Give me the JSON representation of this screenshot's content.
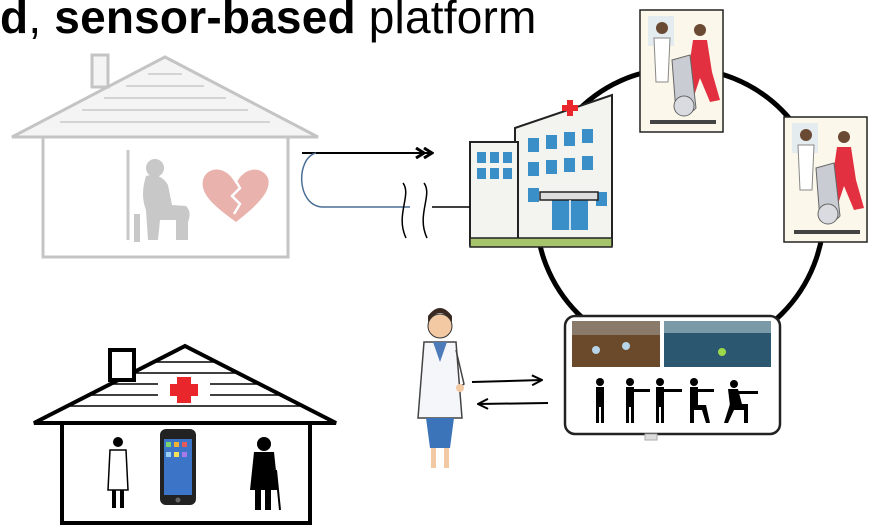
{
  "title": {
    "part_a": "d",
    "sep": ", ",
    "part_b": "sensor-based",
    "part_c": " platform"
  },
  "icons": {
    "home_patient": "house-elderly-patient-broken-heart-icon",
    "hospital": "hospital-building-icon",
    "clinic_home": "clinic-house-doctor-smartphone-patient-icon",
    "doctor": "female-doctor-icon",
    "rehab_screen": "exercise-monitor-icon",
    "exercise_bike": "exercise-bike-test-icon"
  },
  "colors": {
    "cross_red": "#e8262b",
    "hospital_blue": "#3b8fc8",
    "faded_grey": "#c8c8c8",
    "heart_pink": "#e9b2ad"
  }
}
